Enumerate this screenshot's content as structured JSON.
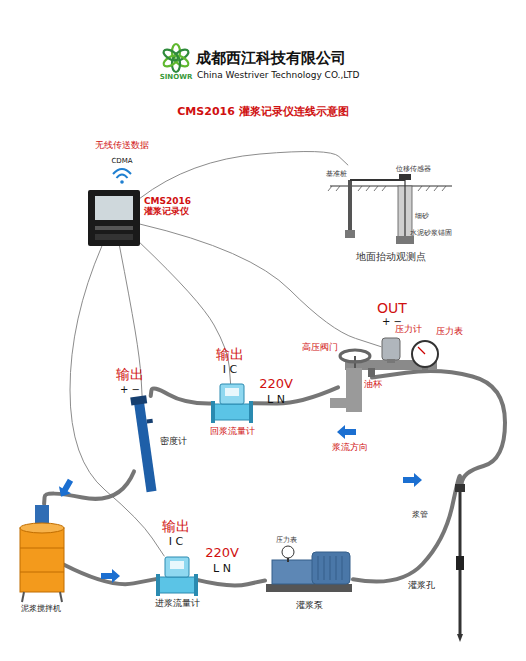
{
  "diagram": {
    "title": "CMS2016 灌浆记录仪连线示意图",
    "nodes": [
      {
        "text": [
          "CMS2016 灌浆记录仪"
        ]
      },
      {
        "text": [
          "地面抬动观测点"
        ]
      },
      {
        "text": [
          "压力计"
        ]
      },
      {
        "text": [
          "高压阀门"
        ]
      },
      {
        "text": [
          "密度计"
        ]
      },
      {
        "text": [
          "回浆流量计"
        ]
      },
      {
        "text": [
          "泥浆搅拌机"
        ]
      },
      {
        "text": [
          "进浆流量计"
        ]
      },
      {
        "text": [
          "灌浆泵"
        ]
      },
      {
        "text": [
          "灌浆孔"
        ]
      }
    ],
    "edges": [
      {
        "from": 0,
        "to": 1,
        "arrow": "none"
      },
      {
        "from": 0,
        "to": 2,
        "arrow": "none"
      },
      {
        "from": 0,
        "to": 4,
        "arrow": "none"
      },
      {
        "from": 0,
        "to": 5,
        "arrow": "none"
      },
      {
        "from": 0,
        "to": 7,
        "arrow": "none"
      },
      {
        "from": 6,
        "to": 7,
        "arrow": "none"
      },
      {
        "from": 7,
        "to": 8,
        "arrow": "none"
      },
      {
        "from": 8,
        "to": 9,
        "arrow": "none"
      },
      {
        "from": 9,
        "to": 3,
        "arrow": "none"
      },
      {
        "from": 3,
        "to": 5,
        "arrow": "none"
      },
      {
        "from": 5,
        "to": 4,
        "arrow": "none"
      },
      {
        "from": 4,
        "to": 6,
        "arrow": "none"
      }
    ],
    "labels": [
      "SINOWR",
      "成都西江科技有限公司",
      "China Westriver Technology CO.,LTD",
      "无线传送数据",
      "CDMA",
      "位移传感器",
      "基准桩",
      "细砂",
      "水泥砂浆锚固",
      "OUT",
      "+ −",
      "压力表",
      "油杯",
      "输出",
      "+ −",
      "输出",
      "I C",
      "220V",
      "L N",
      "浆流方向",
      "输出",
      "I C",
      "220V",
      "L N",
      "压力表",
      "浆管"
    ]
  }
}
